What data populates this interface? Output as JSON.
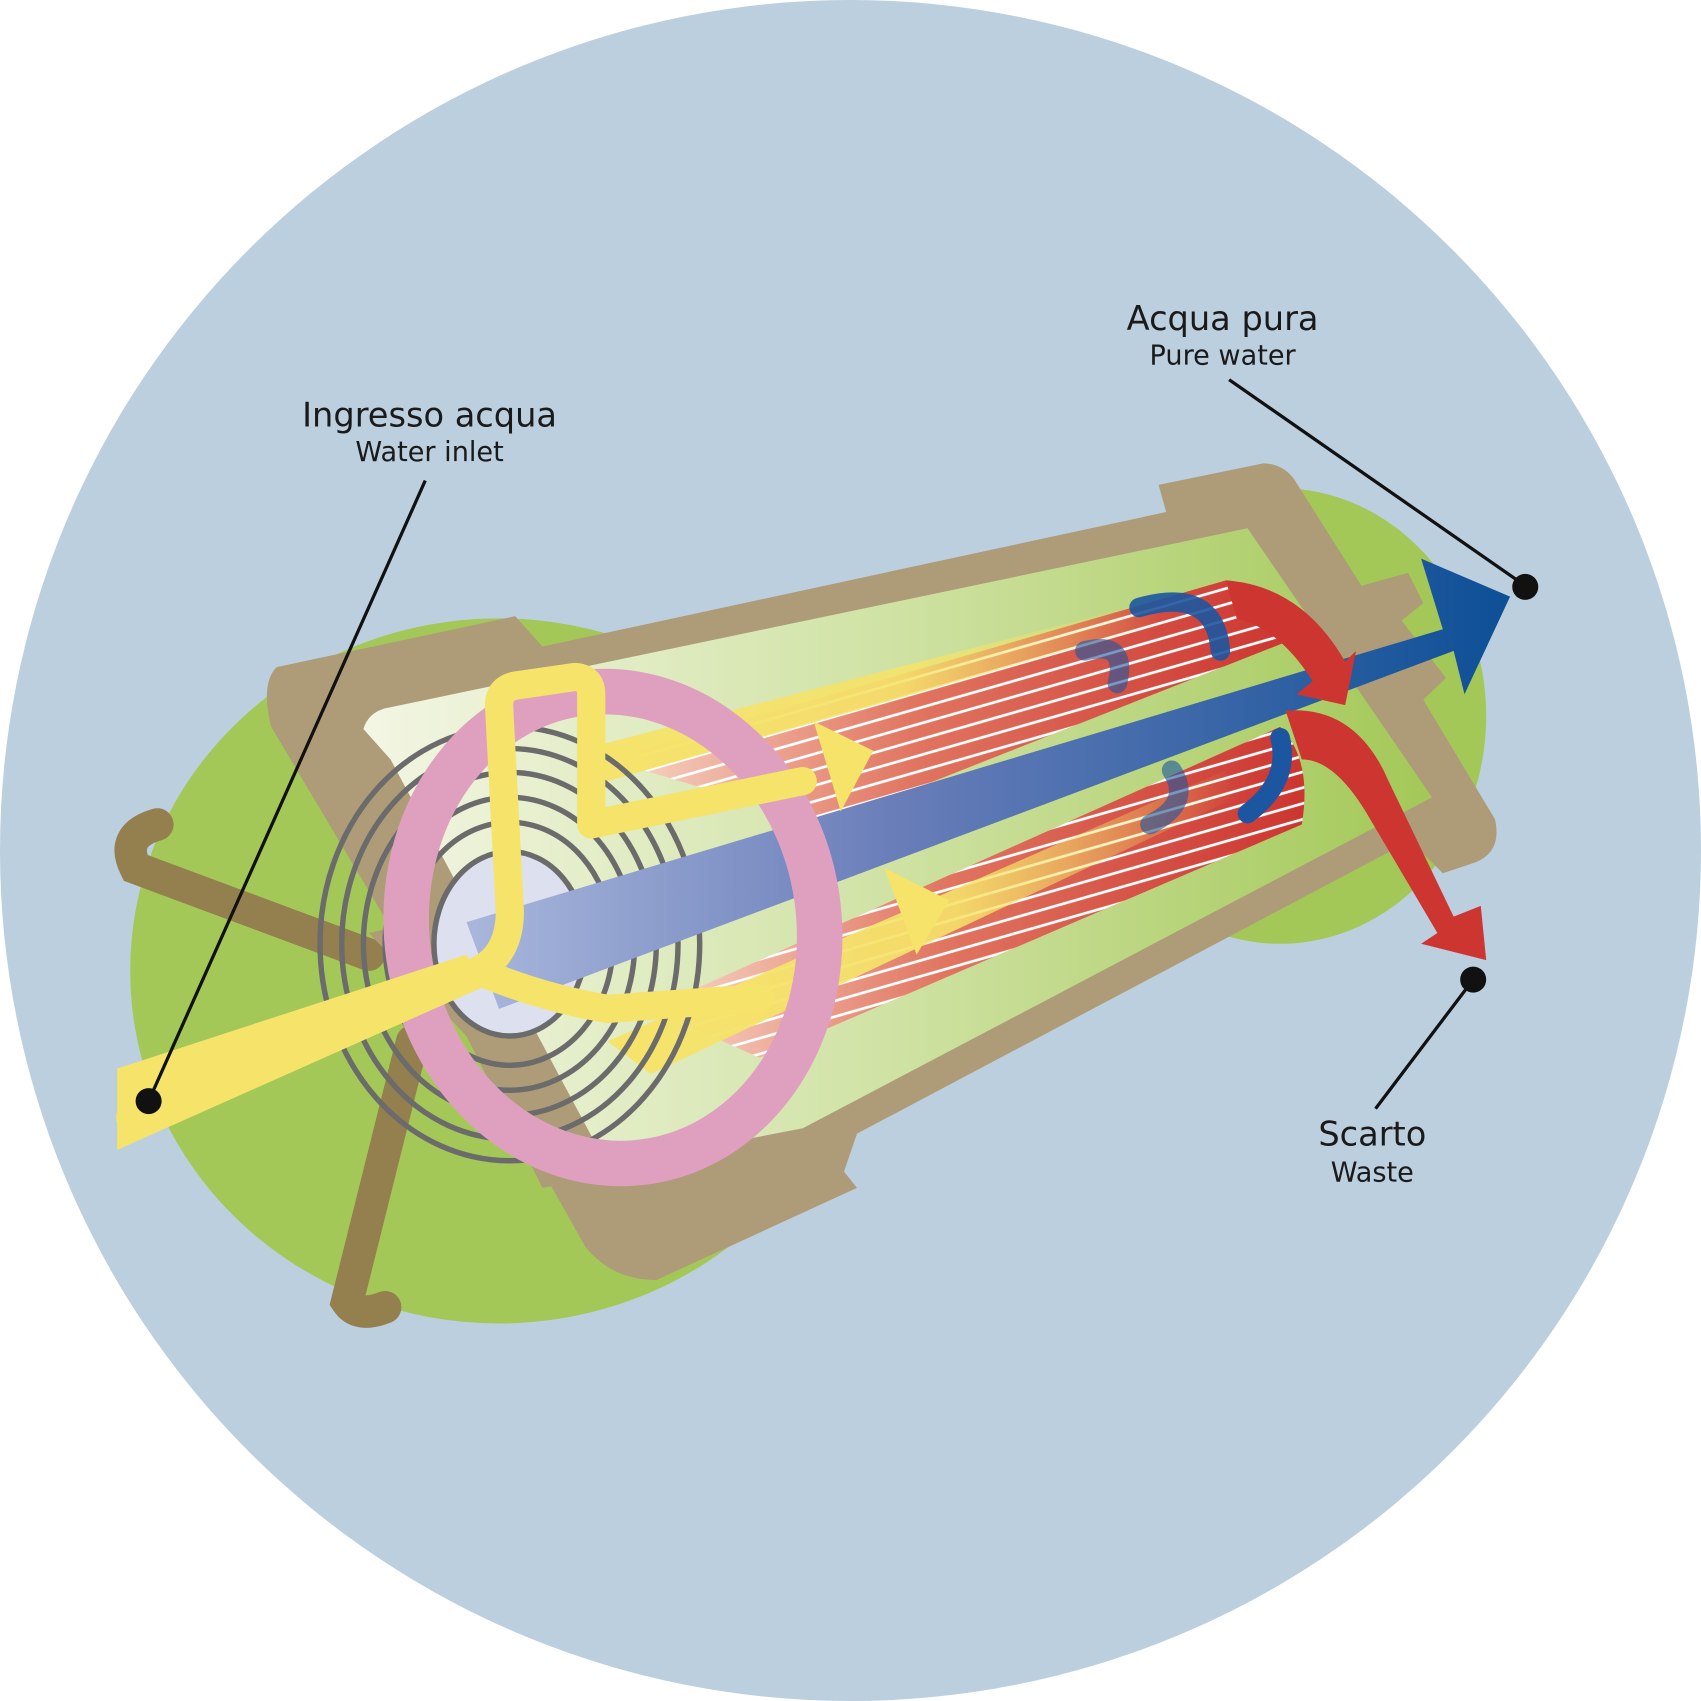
{
  "labels": {
    "inlet": {
      "it": "Ingresso acqua",
      "en": "Water inlet"
    },
    "pure": {
      "it": "Acqua pura",
      "en": "Pure water"
    },
    "waste": {
      "it": "Scarto",
      "en": "Waste"
    }
  },
  "colors": {
    "background": "#bccfde",
    "endcap": "#a3c857",
    "housing": "#ae9c78",
    "legs": "#947f4f",
    "ring": "#dfa0c0",
    "feed": "#f5e36a",
    "pure": "#0d4f96",
    "waste": "#cc3530",
    "leader": "#111111"
  }
}
